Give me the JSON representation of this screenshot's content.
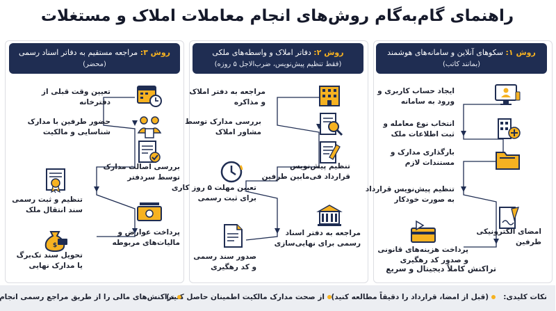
{
  "title": "راهنمای گام‌به‌گام روش‌های انجام معاملات املاک و مستغلات",
  "methods": [
    {
      "label": "روش ۱:",
      "heading": "سکوهای آنلاین و سامانه‌های هوشمند",
      "subheading": "(بمانند کاتب)",
      "steps": [
        {
          "icon": "computer-user-icon",
          "lines": [
            "ایجاد حساب کاربری و",
            "ورود به سامانه"
          ]
        },
        {
          "icon": "building-plus-icon",
          "lines": [
            "انتخاب نوع معامله و",
            "ثبت اطلاعات ملک"
          ]
        },
        {
          "icon": "folder-icon",
          "lines": [
            "بارگذاری مدارک و",
            "مستندات لازم"
          ]
        },
        {
          "icon": "",
          "lines": [
            "تنظیم پیش‌نویس قرارداد",
            "به صورت خودکار"
          ]
        },
        {
          "icon": "pen-sign-icon",
          "lines": [
            "امضای الکترونیکی",
            "طرفین"
          ]
        },
        {
          "icon": "card-payment-icon",
          "lines": [
            "پرداخت هزینه‌های قانونی",
            "و صدور کد رهگیری"
          ]
        }
      ],
      "note": "تراکنش کاملاً دیجیتال و سریع"
    },
    {
      "label": "روش ۲:",
      "heading": "دفاتر املاک و واسطه‌های ملکی",
      "subheading": "(فقط تنظیم پیش‌نویس، ضرب‌الاجل ۵ روزه)",
      "steps": [
        {
          "icon": "office-building-icon",
          "lines": [
            "مراجعه به دفتر املاک",
            "و مذاکره"
          ]
        },
        {
          "icon": "document-search-icon",
          "lines": [
            "بررسی مدارک توسط",
            "مشاور املاک"
          ]
        },
        {
          "icon": "document-pen-icon",
          "lines": [
            "تنظیم پیش‌نویس",
            "قرارداد فی‌مابین طرفین"
          ]
        },
        {
          "icon": "clock-deadline-icon",
          "lines": [
            "تعیین مهلت ۵ روز کاری",
            "برای ثبت رسمی"
          ]
        },
        {
          "icon": "notary-building-icon",
          "lines": [
            "مراجعه به دفتر اسناد",
            "رسمی برای نهایی‌سازی"
          ]
        },
        {
          "icon": "document-icon",
          "lines": [
            "صدور سند رسمی",
            "و کد رهگیری"
          ]
        }
      ]
    },
    {
      "label": "روش ۳:",
      "heading": "مراجعه مستقیم به دفاتر اسناد رسمی",
      "subheading": "(محضر)",
      "steps": [
        {
          "icon": "calendar-clock-icon",
          "lines": [
            "تعیین وقت قبلی از",
            "دفترخانه"
          ]
        },
        {
          "icon": "parties-documents-icon",
          "lines": [
            "حضور طرفین با مدارک",
            "شناسایی و مالکیت"
          ]
        },
        {
          "icon": "certificate-check-icon",
          "lines": [
            "بررسی اصالت مدارک",
            "توسط سردفتر"
          ]
        },
        {
          "icon": "deed-certificate-icon",
          "lines": [
            "تنظیم و ثبت رسمی",
            "سند انتقال ملک"
          ]
        },
        {
          "icon": "money-tax-icon",
          "lines": [
            "پرداخت عوارض و",
            "مالیات‌های مربوطه"
          ]
        },
        {
          "icon": "money-bag-icon",
          "lines": [
            "تحویل سند تک‌برگ",
            "یا مدارک نهایی"
          ]
        }
      ]
    }
  ],
  "footer": {
    "label": "نکات کلیدی:",
    "tips": [
      "(قبل از امضا، قرارداد را دقیقاً مطالعه کنید)",
      "از صحت مدارک مالکیت اطمینان حاصل کنید)",
      "تراکنش‌های مالی را از طریق مراجع رسمی انجام دهید)"
    ]
  },
  "colors": {
    "navy": "#1f2d52",
    "accent": "#f6b221",
    "line": "#1f2d52"
  }
}
